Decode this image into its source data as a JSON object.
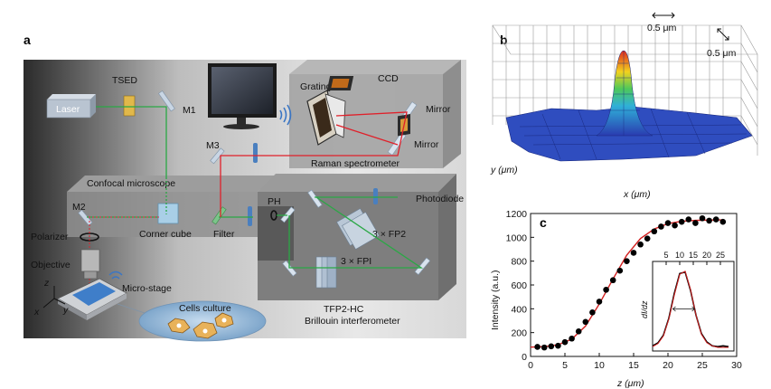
{
  "panel_a": {
    "letter": "a",
    "labels": {
      "tsed": "TSED",
      "laser": "Laser",
      "m1": "M1",
      "m2": "M2",
      "m3": "M3",
      "ccd": "CCD",
      "gratings": "Gratings",
      "mirror_top": "Mirror",
      "mirror_bottom": "Mirror",
      "raman": "Raman spectrometer",
      "confocal": "Confocal microscope",
      "ph": "PH",
      "photodiode": "Photodiode",
      "polarizer": "Polarizer",
      "corner_cube": "Corner cube",
      "filter": "Filter",
      "fp2": "3 × FP2",
      "fpi": "3 × FPI",
      "objective": "Objective",
      "micro_stage": "Micro-stage",
      "cells_culture": "Cells culture",
      "tfp2": "TFP2-HC",
      "brillouin": "Brillouin interferometer",
      "axis_z": "z",
      "axis_x": "x",
      "axis_y": "y"
    },
    "colors": {
      "laser_beam": "#2aa845",
      "scatter_beam": "#e0202a",
      "chamber": "#8c8c8c"
    }
  },
  "panel_b": {
    "letter": "b",
    "scale_x": "0.5 μm",
    "scale_y": "0.5 μm",
    "y_label": "y (μm)",
    "x_label": "x (μm)",
    "colormap": [
      "#2a3bb0",
      "#2fb0d8",
      "#4ec85a",
      "#f2d21e",
      "#e02a1e"
    ]
  },
  "panel_c": {
    "letter": "c",
    "chart_data": [
      {
        "type": "scatter",
        "xlabel": "z (μm)",
        "ylabel": "Intensity (a.u.)",
        "xlim": [
          0,
          30
        ],
        "ylim": [
          0,
          1200
        ],
        "xticks": [
          0,
          5,
          10,
          15,
          20,
          25,
          30
        ],
        "yticks": [
          0,
          200,
          400,
          600,
          800,
          1000,
          1200
        ],
        "series": [
          {
            "kind": "points",
            "color": "#000000",
            "x": [
              1,
              2,
              3,
              4,
              5,
              6,
              7,
              8,
              9,
              10,
              11,
              12,
              13,
              14,
              15,
              16,
              17,
              18,
              19,
              20,
              21,
              22,
              23,
              24,
              25,
              26,
              27,
              28
            ],
            "y": [
              80,
              75,
              85,
              90,
              120,
              150,
              210,
              290,
              370,
              460,
              560,
              640,
              720,
              800,
              870,
              940,
              990,
              1050,
              1090,
              1120,
              1100,
              1130,
              1150,
              1120,
              1160,
              1140,
              1150,
              1130
            ]
          },
          {
            "kind": "fit",
            "color": "#d21e1e",
            "x": [
              0,
              2,
              4,
              6,
              8,
              10,
              12,
              14,
              16,
              18,
              20,
              22,
              24,
              26,
              28
            ],
            "y": [
              78,
              82,
              98,
              145,
              255,
              440,
              650,
              850,
              990,
              1070,
              1115,
              1135,
              1142,
              1145,
              1146
            ]
          }
        ]
      },
      {
        "type": "line",
        "xlabel": "",
        "ylabel": "dI/dz",
        "xlim": [
          0,
          30
        ],
        "xticks": [
          5,
          10,
          15,
          20,
          25
        ],
        "annotation": "Δz",
        "series": [
          {
            "kind": "points",
            "color": "#000000",
            "x": [
              0,
              2,
              4,
              6,
              8,
              10,
              12,
              14,
              16,
              18,
              20,
              22,
              24,
              26,
              28
            ],
            "y": [
              0.02,
              0.06,
              0.16,
              0.38,
              0.7,
              0.96,
              0.98,
              0.74,
              0.42,
              0.18,
              0.07,
              0.02,
              0.01,
              0.02,
              0.01
            ]
          },
          {
            "kind": "fit",
            "color": "#d21e1e",
            "x": [
              0,
              2,
              4,
              6,
              8,
              10,
              12,
              14,
              16,
              18,
              20,
              22,
              24,
              26,
              28
            ],
            "y": [
              0.01,
              0.05,
              0.15,
              0.37,
              0.68,
              0.95,
              0.99,
              0.75,
              0.42,
              0.17,
              0.06,
              0.02,
              0.0,
              0.0,
              0.0
            ]
          }
        ]
      }
    ]
  }
}
